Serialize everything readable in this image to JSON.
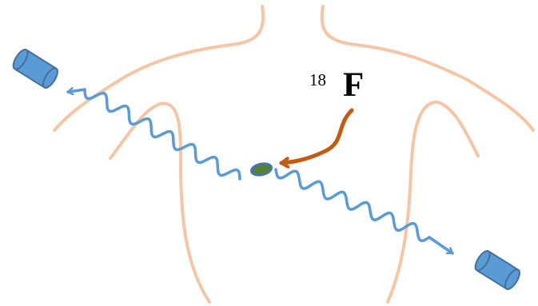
{
  "isotope": {
    "mass_number": "18",
    "symbol": "F"
  },
  "icons": {
    "body": "torso-outline",
    "detector": "cylinder-detector-icon",
    "photon": "wavy-arrow-icon",
    "tracer": "tumor-blob-icon"
  },
  "colors": {
    "body_outline": "#F5C6A5",
    "photon": "#5B9BD5",
    "detector_fill": "#5B9BD5",
    "detector_stroke": "#41719C",
    "tracer_arrow": "#C55A11",
    "tumor_fill": "#548235",
    "tumor_stroke": "#4472C4"
  }
}
